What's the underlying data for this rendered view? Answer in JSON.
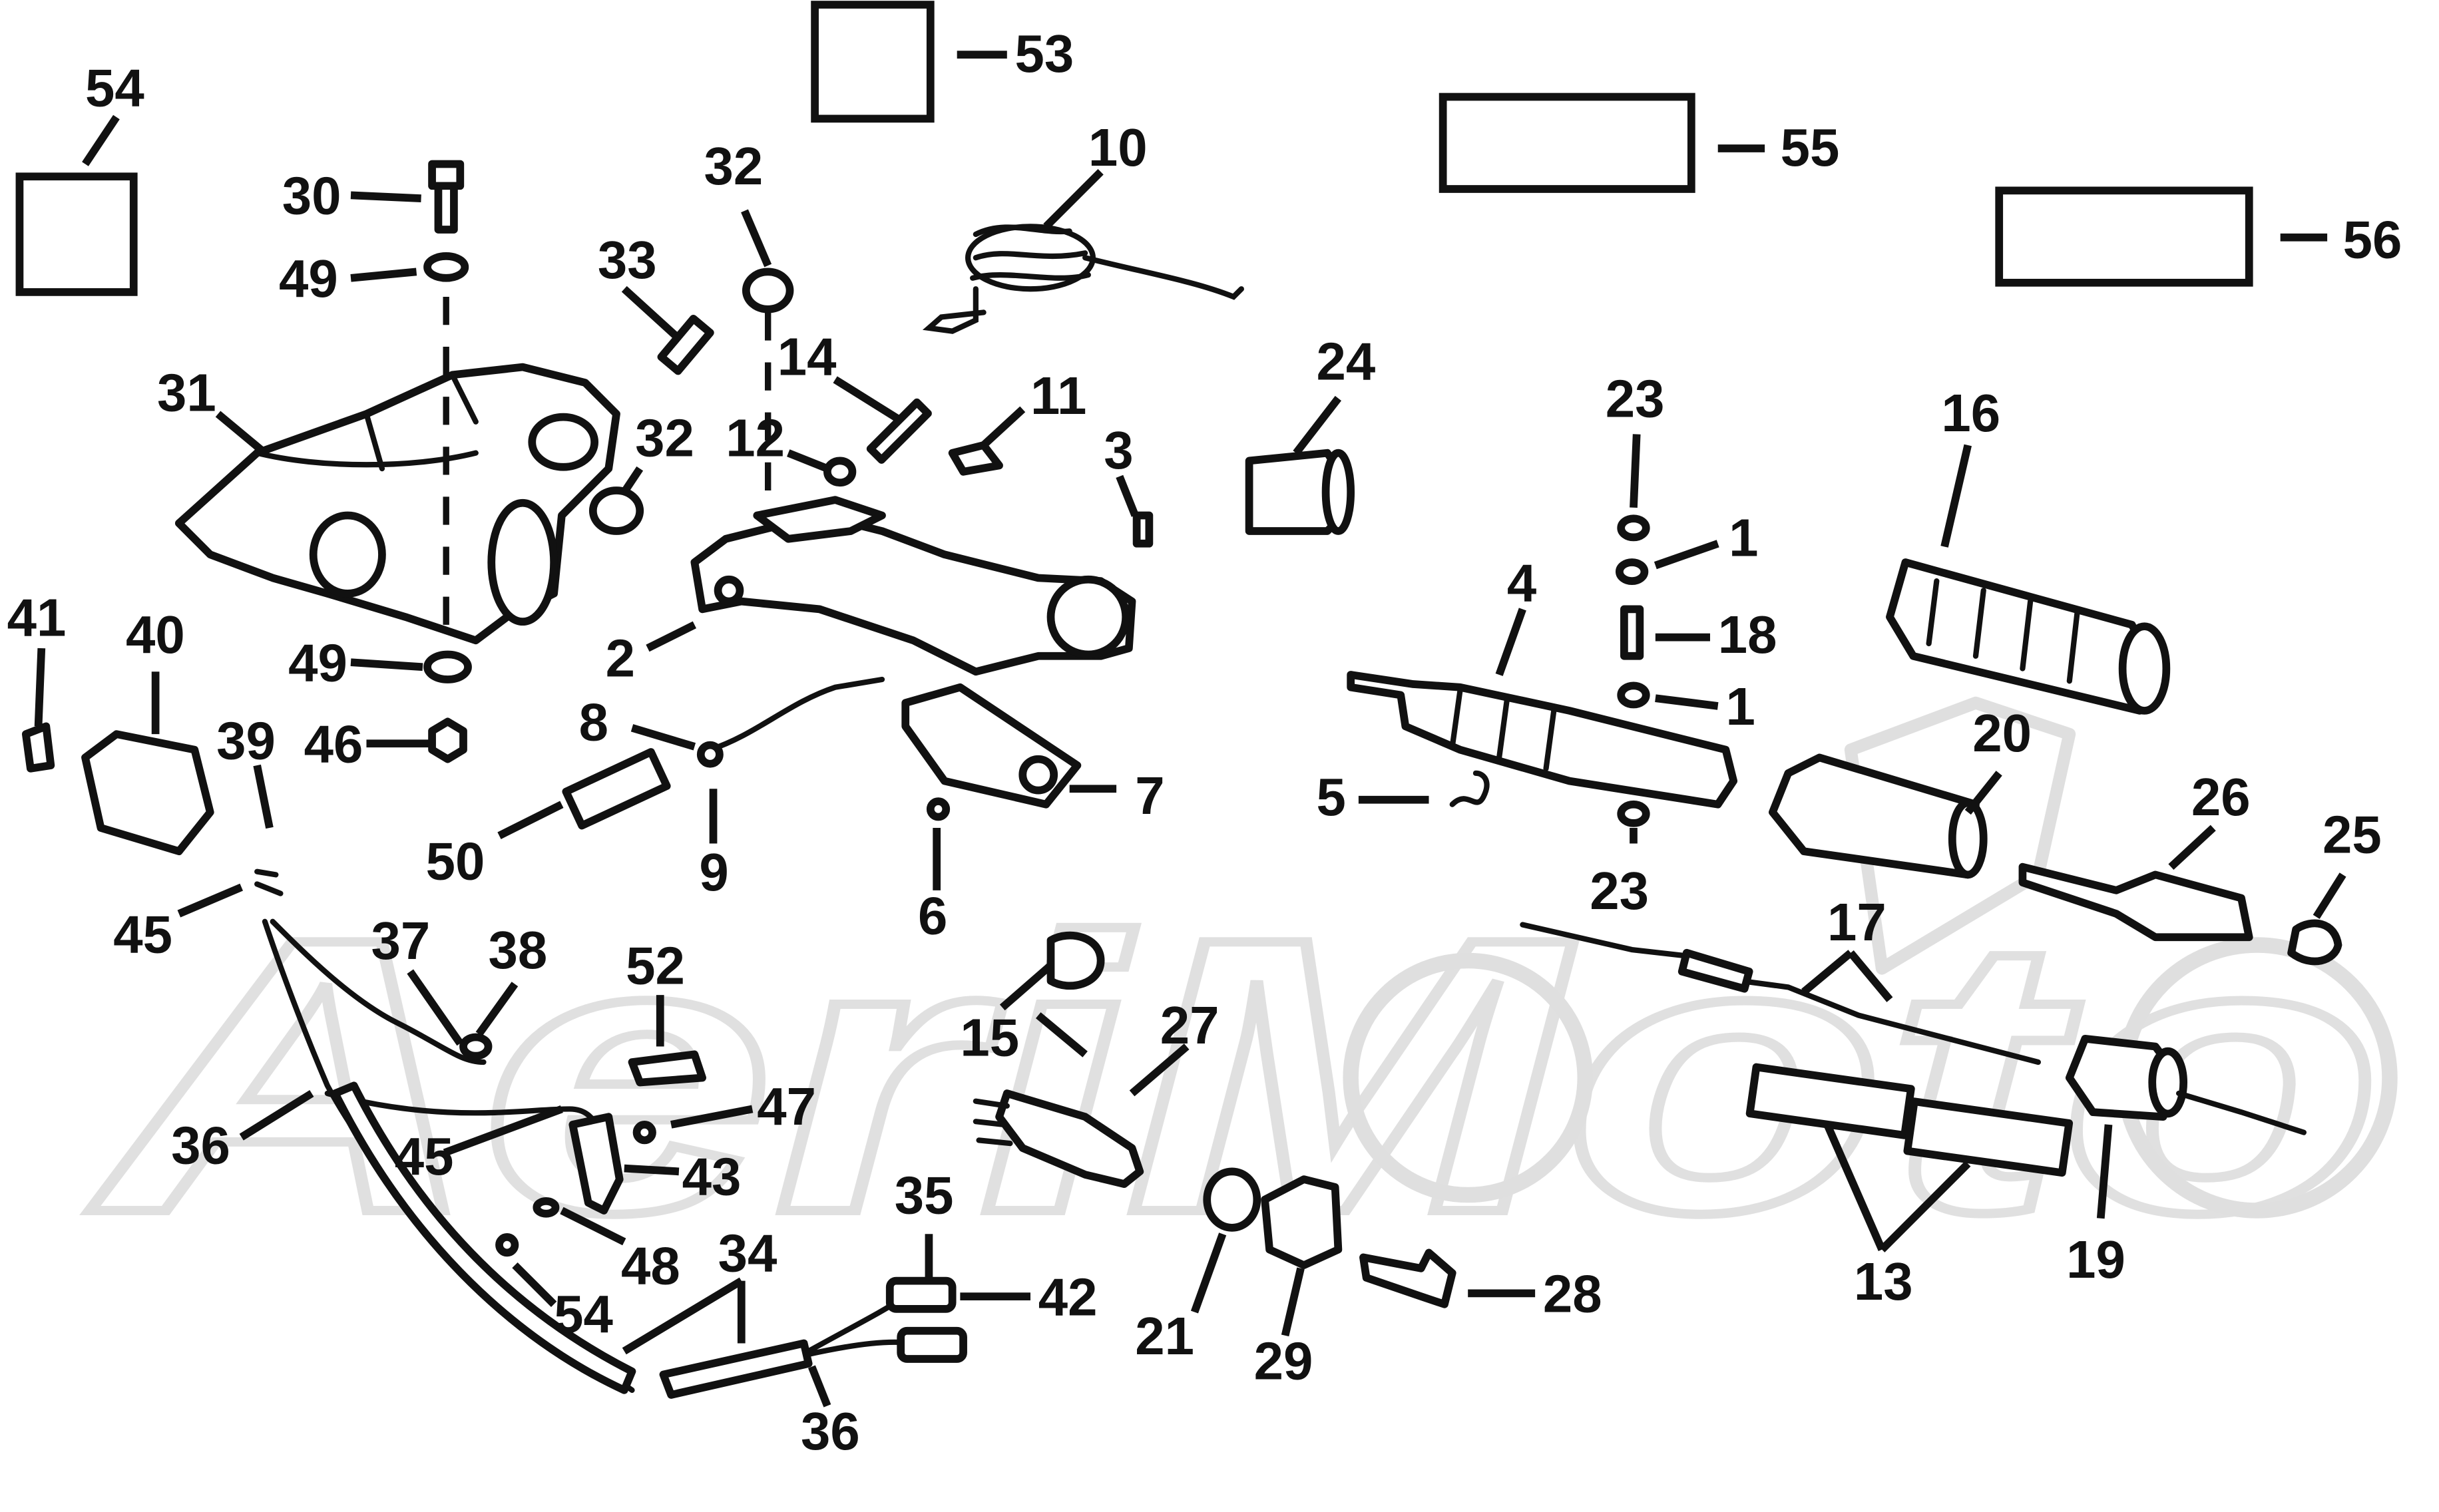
{
  "diagram": {
    "callouts": {
      "c1a": "1",
      "c1b": "1",
      "c2": "2",
      "c3": "3",
      "c4": "4",
      "c5": "5",
      "c6": "6",
      "c7": "7",
      "c8": "8",
      "c9": "9",
      "c10": "10",
      "c11": "11",
      "c12": "12",
      "c13": "13",
      "c14": "14",
      "c15": "15",
      "c16": "16",
      "c17": "17",
      "c18": "18",
      "c19": "19",
      "c20": "20",
      "c21": "21",
      "c23a": "23",
      "c23b": "23",
      "c24": "24",
      "c25": "25",
      "c26": "26",
      "c27": "27",
      "c28": "28",
      "c29": "29",
      "c30": "30",
      "c31": "31",
      "c32a": "32",
      "c32b": "32",
      "c33": "33",
      "c34": "34",
      "c35": "35",
      "c36a": "36",
      "c36b": "36",
      "c37": "37",
      "c38": "38",
      "c39": "39",
      "c40": "40",
      "c41": "41",
      "c42": "42",
      "c43": "43",
      "c45a": "45",
      "c45b": "45",
      "c46": "46",
      "c47": "47",
      "c48": "48",
      "c49a": "49",
      "c49b": "49",
      "c50": "50",
      "c52": "52",
      "c53": "53",
      "c54a": "54",
      "c54b": "54",
      "c55": "55",
      "c56": "56"
    },
    "watermark": "AeriMoto"
  }
}
